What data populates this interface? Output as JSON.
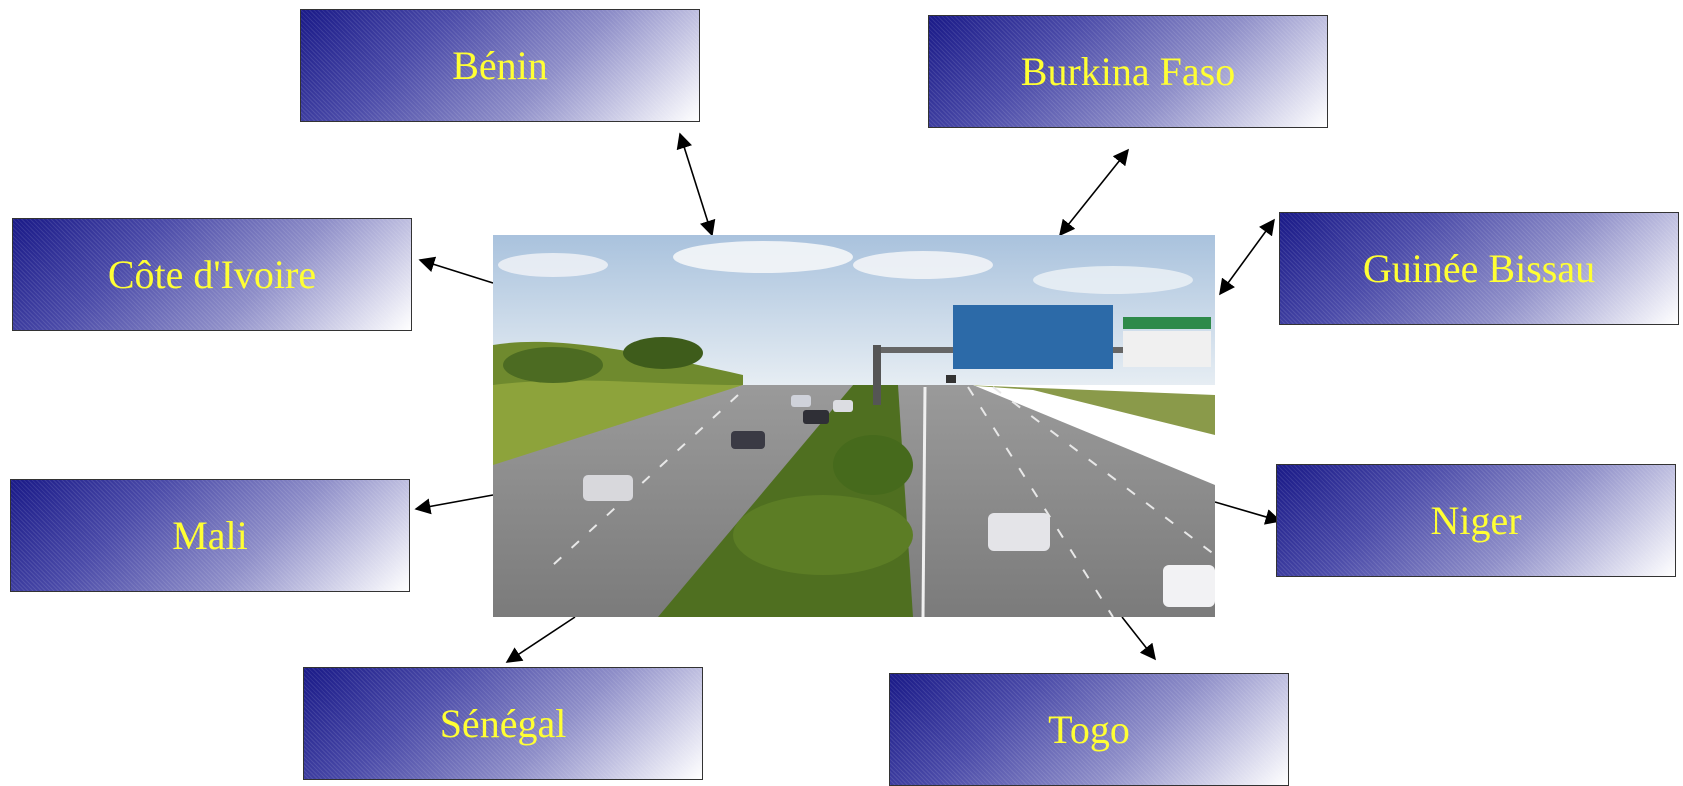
{
  "diagram": {
    "nodes": [
      {
        "id": "benin",
        "label": "Bénin"
      },
      {
        "id": "burkina",
        "label": "Burkina Faso"
      },
      {
        "id": "cote",
        "label": "Côte d'Ivoire"
      },
      {
        "id": "guinee",
        "label": "Guinée Bissau"
      },
      {
        "id": "mali",
        "label": "Mali"
      },
      {
        "id": "niger",
        "label": "Niger"
      },
      {
        "id": "senegal",
        "label": "Sénégal"
      },
      {
        "id": "togo",
        "label": "Togo"
      }
    ],
    "center_image": {
      "subject": "motorway photograph"
    },
    "colors": {
      "label": "#ffff33",
      "box_dark": "#1a1a88",
      "box_light": "#ffffff",
      "arrow": "#000000"
    }
  }
}
